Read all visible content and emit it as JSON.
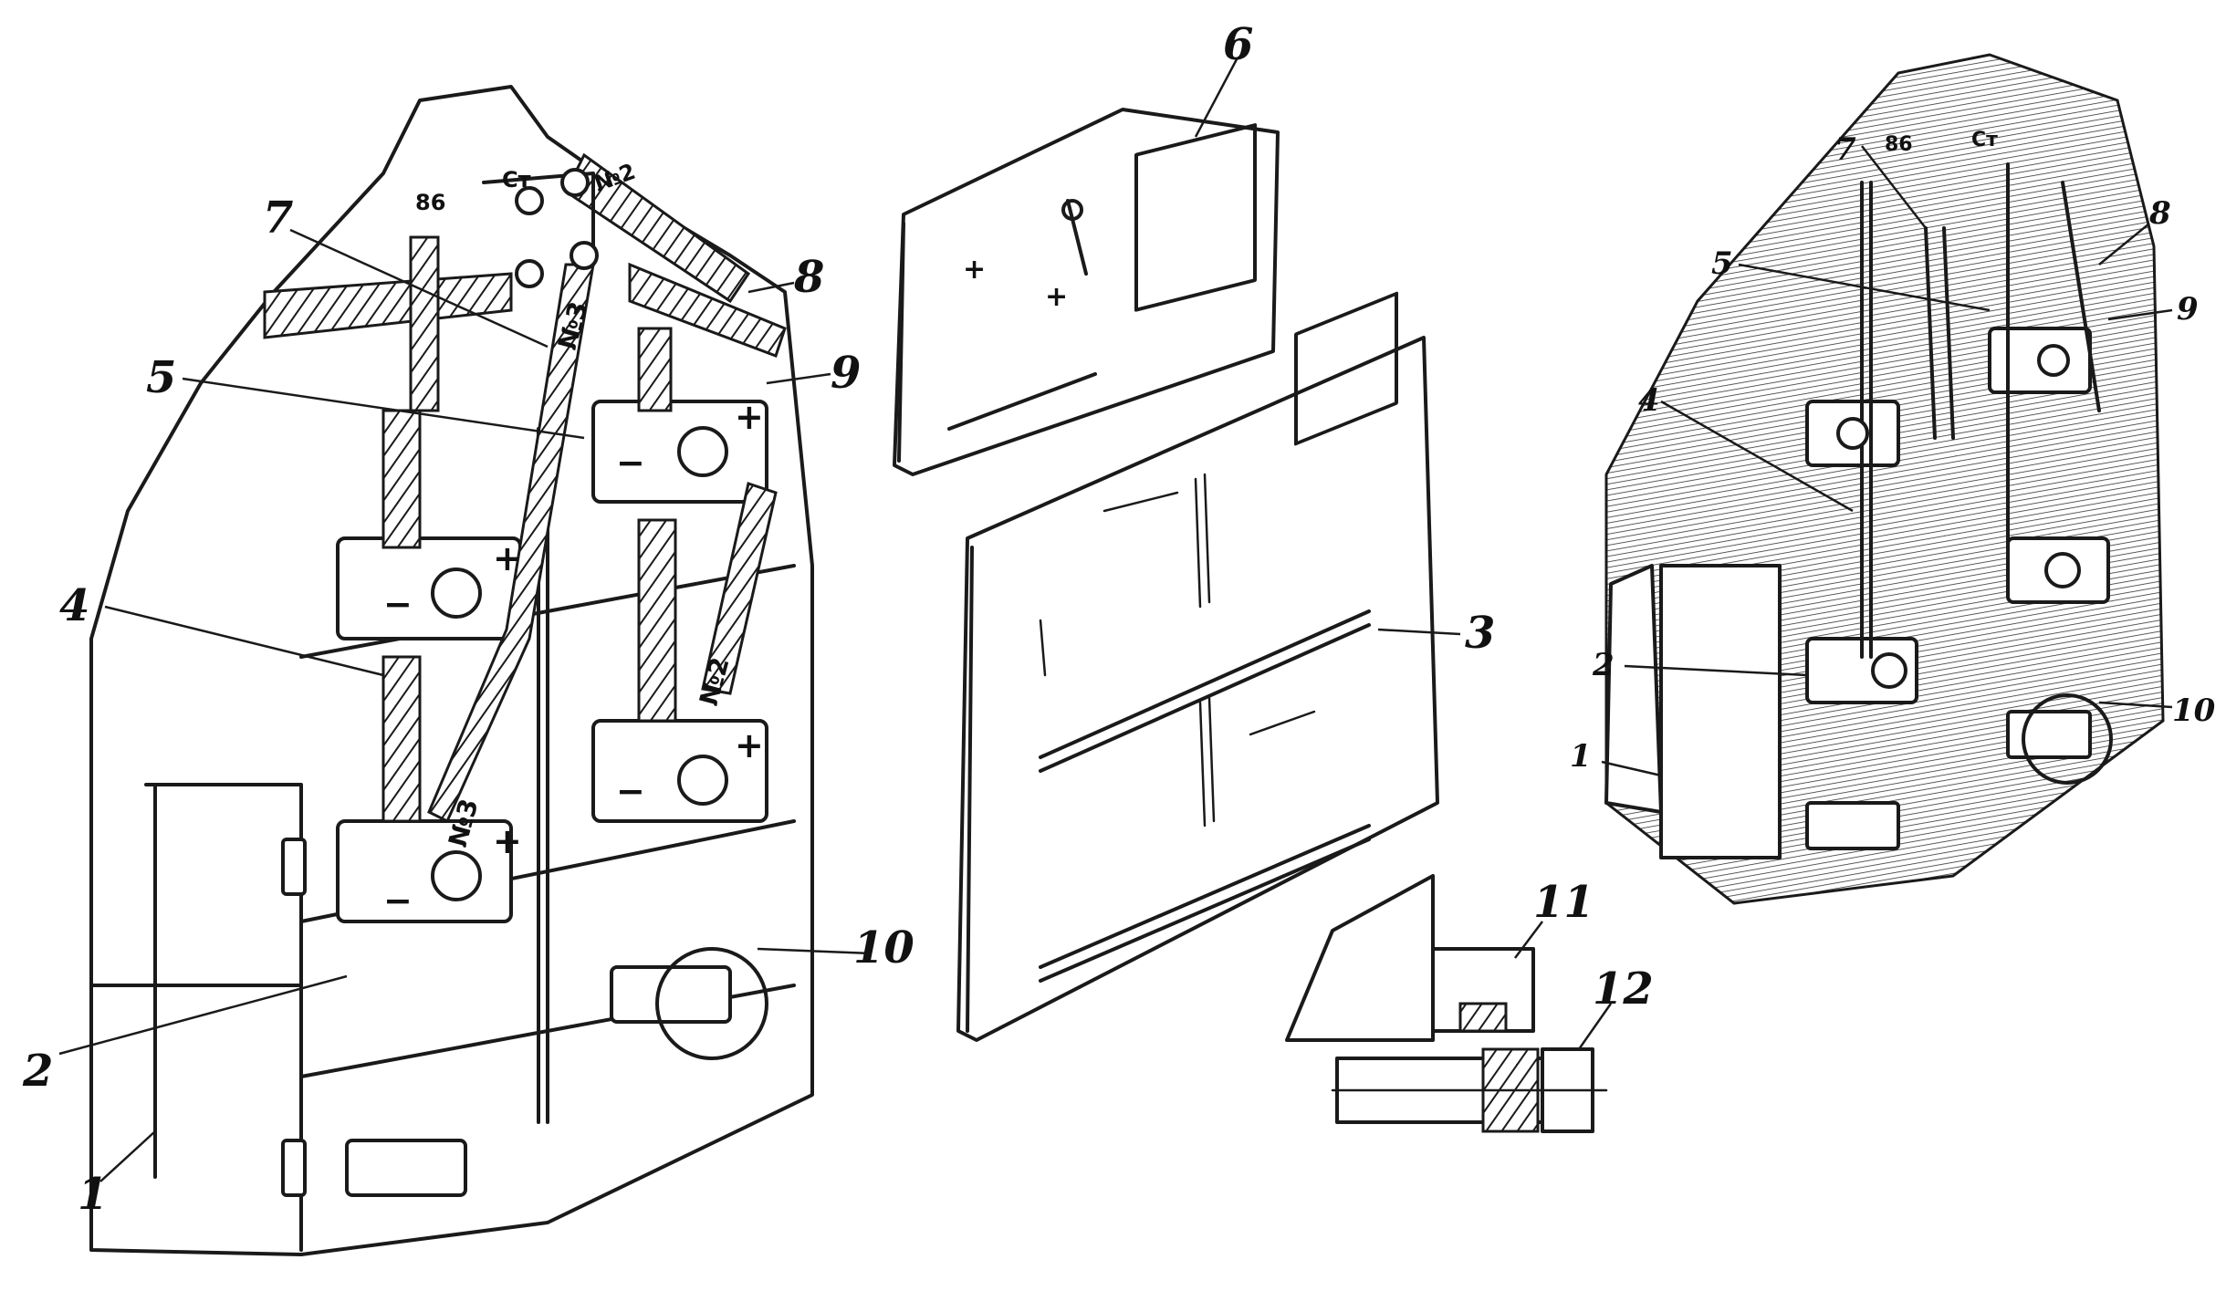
{
  "labels": {
    "callout_1": "1",
    "callout_2": "2",
    "callout_3": "3",
    "callout_4": "4",
    "callout_5": "5",
    "callout_6": "6",
    "callout_7": "7",
    "callout_8": "8",
    "callout_9": "9",
    "callout_10": "10",
    "callout_11": "11",
    "callout_12": "12"
  },
  "right_view_labels": {
    "callout_1": "1",
    "callout_2": "2",
    "callout_4": "4",
    "callout_5": "5",
    "callout_7": "7",
    "callout_8": "8",
    "callout_9": "9",
    "callout_10": "10"
  },
  "marks": {
    "cell_no3": "№3",
    "cell_no2": "№2",
    "plus": "+",
    "minus": "−",
    "terminal_86": "86",
    "terminal_ct": "Ст"
  }
}
